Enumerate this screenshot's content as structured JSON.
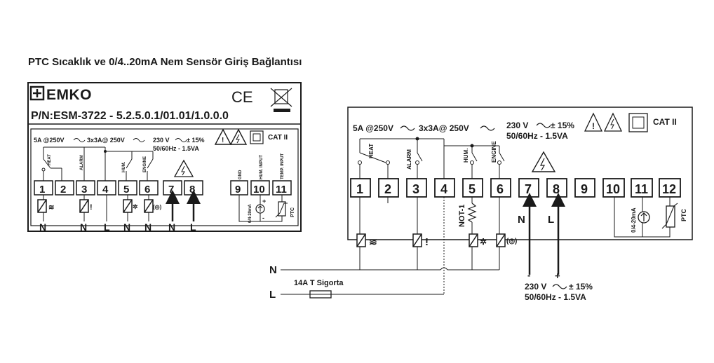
{
  "title": "PTC Sıcaklık ve 0/4..20mA  Nem Sensör Giriş Bağlantısı",
  "left_panel": {
    "brand": "EMKO",
    "part_number": "P/N:ESM-3722 - 5.2.5.0.1/01.01/1.0.0.0",
    "ce_mark": "CE",
    "rating_5a": "5A @250V",
    "rating_3x3a": "3x3A@ 250V",
    "supply": "230 V",
    "tolerance": "± 15%",
    "freq": "50/60Hz - 1.5VA",
    "cat": "CAT II",
    "relay_labels": {
      "heat": "HEAT",
      "alarm": "ALARM",
      "hum": "HUM.",
      "engine": "ENGINE"
    },
    "input_labels": {
      "gnd": "GND",
      "hum_input": "HUM. INPUT",
      "temp_input": "TEMP. INPUT"
    },
    "terminals": [
      "1",
      "2",
      "3",
      "4",
      "5",
      "6",
      "7",
      "8",
      "9",
      "10",
      "11"
    ],
    "bottom_labels": {
      "t1": "N",
      "t3": "N",
      "t4": "L",
      "t5": "N",
      "t6": "N",
      "t7": "N",
      "t8": "L"
    },
    "sensor_ma": "0/4-20mA",
    "sensor_ptc": "PTC",
    "plus": "+",
    "minus": "-"
  },
  "right_panel": {
    "rating_5a": "5A @250V",
    "rating_3x3a": "3x3A@ 250V",
    "supply": "230 V",
    "tolerance": "± 15%",
    "freq": "50/60Hz - 1.5VA",
    "cat": "CAT II",
    "relay_labels": {
      "heat": "HEAT",
      "alarm": "ALARM",
      "hum": "HUM.",
      "engine": "ENGINE"
    },
    "terminals": [
      "1",
      "2",
      "3",
      "4",
      "5",
      "6",
      "7",
      "8",
      "9",
      "10",
      "11",
      "12"
    ],
    "not_label": "NOT-1",
    "n_label": "N",
    "l_label": "L",
    "sensor_ma": "0/4-20mA",
    "sensor_ptc": "PTC",
    "minus": "-",
    "plus": "+",
    "bottom_supply": "230 V",
    "bottom_tolerance": "± 15%",
    "bottom_freq": "50/60Hz - 1.5VA",
    "line_n": "N",
    "line_l": "L",
    "fuse": "14A T Sigorta"
  }
}
